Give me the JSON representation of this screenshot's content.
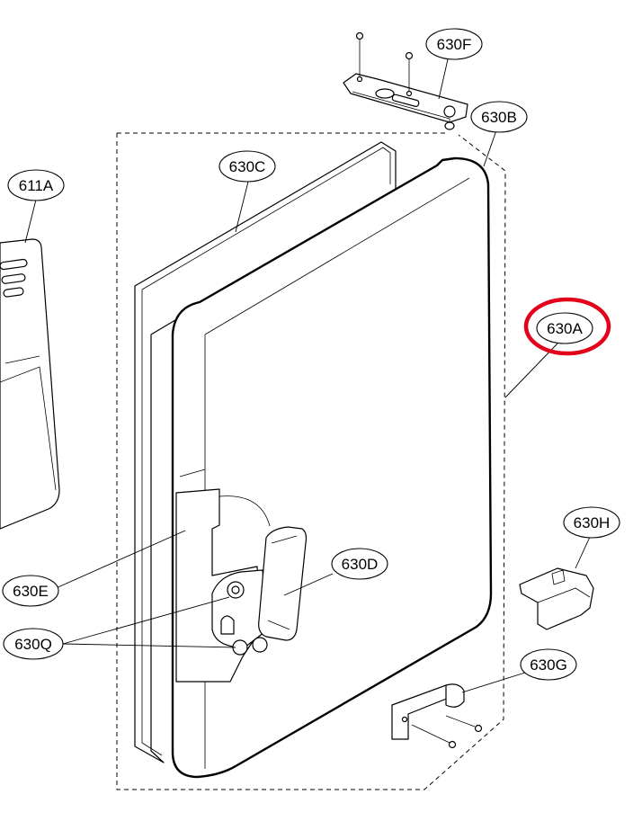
{
  "labels": {
    "611A": "611A",
    "630A": "630A",
    "630B": "630B",
    "630C": "630C",
    "630D": "630D",
    "630E": "630E",
    "630F": "630F",
    "630G": "630G",
    "630H": "630H",
    "630Q": "630Q"
  },
  "highlight": {
    "label": "630A",
    "color": "#e3001b"
  }
}
